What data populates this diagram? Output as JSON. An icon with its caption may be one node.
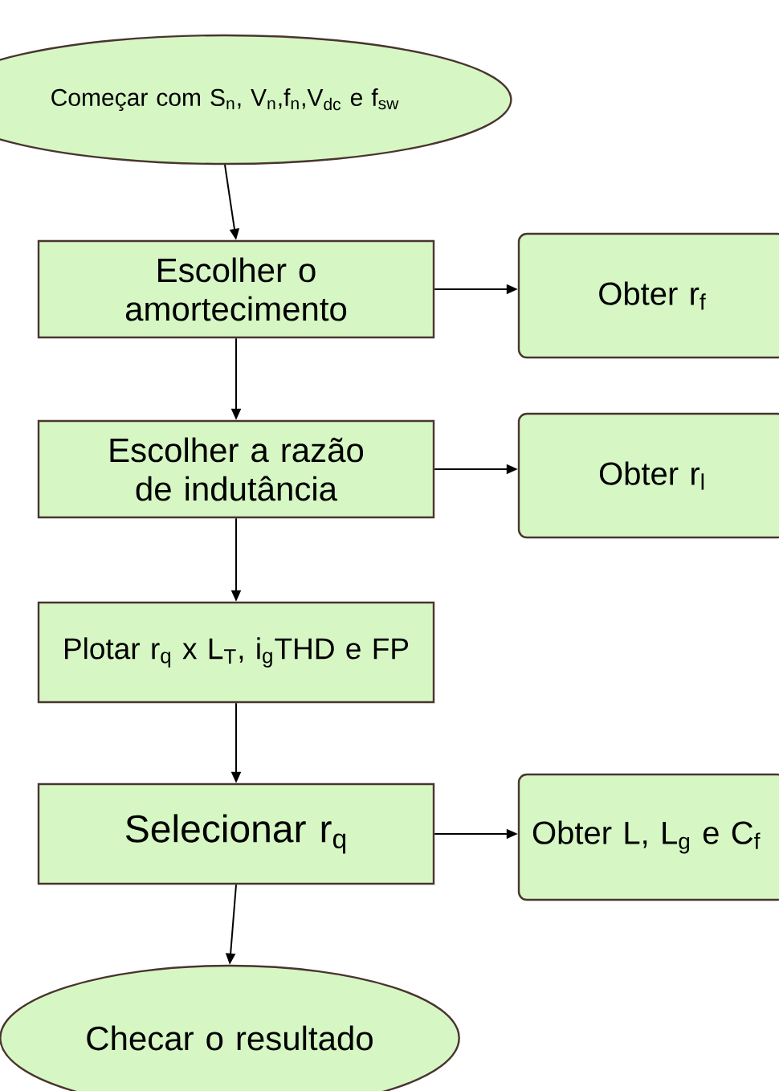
{
  "diagram": {
    "nodes": [
      {
        "text": [
          "Começar com S$_{n}$, V$_{n}$,f$_{n}$,V$_{dc}$ e f$_{sw}$"
        ]
      },
      {
        "text": [
          "Escolher o amortecimento"
        ]
      },
      {
        "text": [
          "Obter r$_{f}$"
        ]
      },
      {
        "text": [
          "Escolher a razão de indutância"
        ]
      },
      {
        "text": [
          "Obter r$_{l}$"
        ]
      },
      {
        "text": [
          "Plotar r$_{q}$ x L$_{T}$, i$_{g}$THD e FP"
        ]
      },
      {
        "text": [
          "Selecionar r$_{q}$"
        ]
      },
      {
        "text": [
          "Obter L, L$_{g}$ e C$_{f}$"
        ]
      },
      {
        "text": [
          "Checar o resultado"
        ]
      }
    ],
    "edges": [
      {
        "from": 0,
        "to": 1,
        "arrow": "to"
      },
      {
        "from": 1,
        "to": 2,
        "arrow": "to"
      },
      {
        "from": 1,
        "to": 3,
        "arrow": "to"
      },
      {
        "from": 3,
        "to": 4,
        "arrow": "to"
      },
      {
        "from": 3,
        "to": 5,
        "arrow": "to"
      },
      {
        "from": 5,
        "to": 6,
        "arrow": "to"
      },
      {
        "from": 6,
        "to": 7,
        "arrow": "to"
      },
      {
        "from": 6,
        "to": 8,
        "arrow": "to"
      }
    ]
  }
}
